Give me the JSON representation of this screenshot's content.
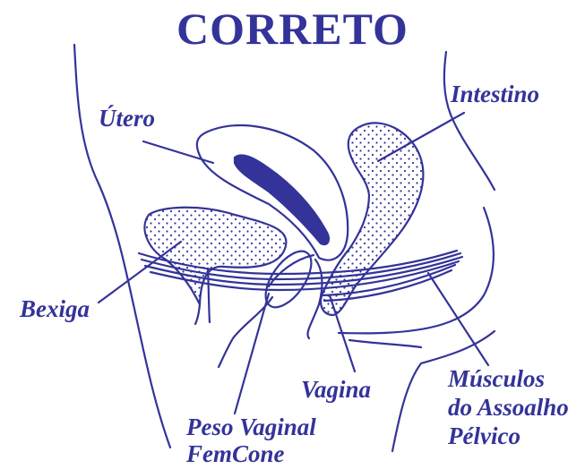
{
  "colors": {
    "ink": "#333399",
    "background": "#ffffff"
  },
  "title": "CORRETO",
  "labels": {
    "utero": "Útero",
    "intestino": "Intestino",
    "bexiga": "Bexiga",
    "vagina": "Vagina",
    "peso_vaginal_line1": "Peso Vaginal",
    "peso_vaginal_line2": "FemCone",
    "musculos_line1": "Músculos",
    "musculos_line2": "do Assoalho",
    "musculos_line3": "Pélvico"
  }
}
